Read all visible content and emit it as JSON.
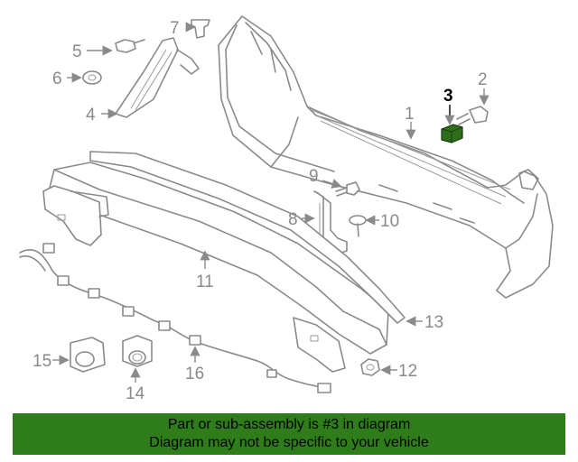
{
  "callouts": {
    "c1": "1",
    "c2": "2",
    "c3": "3",
    "c4": "4",
    "c5": "5",
    "c6": "6",
    "c7": "7",
    "c8": "8",
    "c9": "9",
    "c10": "10",
    "c11": "11",
    "c12": "12",
    "c13": "13",
    "c14": "14",
    "c15": "15",
    "c16": "16"
  },
  "highlight": {
    "part": "3",
    "color": "#2e6e1a"
  },
  "banner": {
    "line1": "Part or sub-assembly is #3 in diagram",
    "line2": "Diagram may not be specific to your vehicle",
    "color": "#2e7d1a"
  }
}
